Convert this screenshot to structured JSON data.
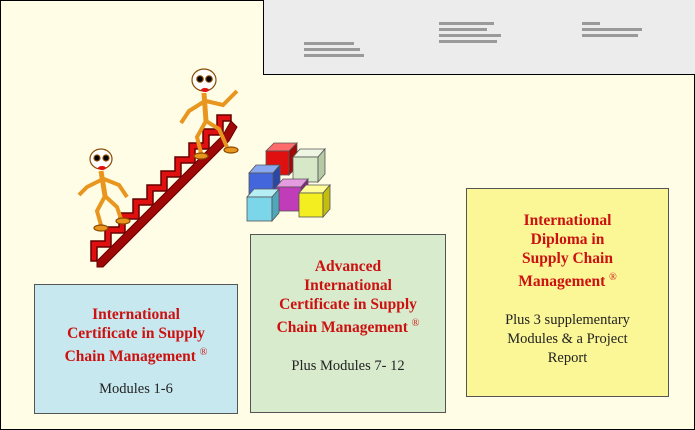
{
  "boxes": [
    {
      "title_line1": "International",
      "title_line2": "Certificate in Supply",
      "title_line3": "Chain Management",
      "mark": "®",
      "body": "Modules 1-6"
    },
    {
      "title_line1": "Advanced",
      "title_line2": "International",
      "title_line3": "Certificate in Supply",
      "title_line4": "Chain Management",
      "mark": "®",
      "body": "Plus Modules 7- 12"
    },
    {
      "title_line1": "International",
      "title_line2": "Diploma in",
      "title_line3": "Supply Chain",
      "title_line4": "Management",
      "mark": "®",
      "body_line1": "Plus 3 supplementary",
      "body_line2": "Modules & a Project",
      "body_line3": "Report"
    }
  ],
  "colors": {
    "slide_background": "#fffde6",
    "title_red": "#cc1111",
    "box1_blue": "#c7e8ef",
    "box2_green": "#d8ebcc",
    "box3_yellow": "#fbf796",
    "stairs_red": "#e01010",
    "figure_orange": "#e8961e"
  },
  "icons": [
    "certificate-image",
    "stick-figure-icon",
    "staircase-icon",
    "building-blocks-icon"
  ]
}
